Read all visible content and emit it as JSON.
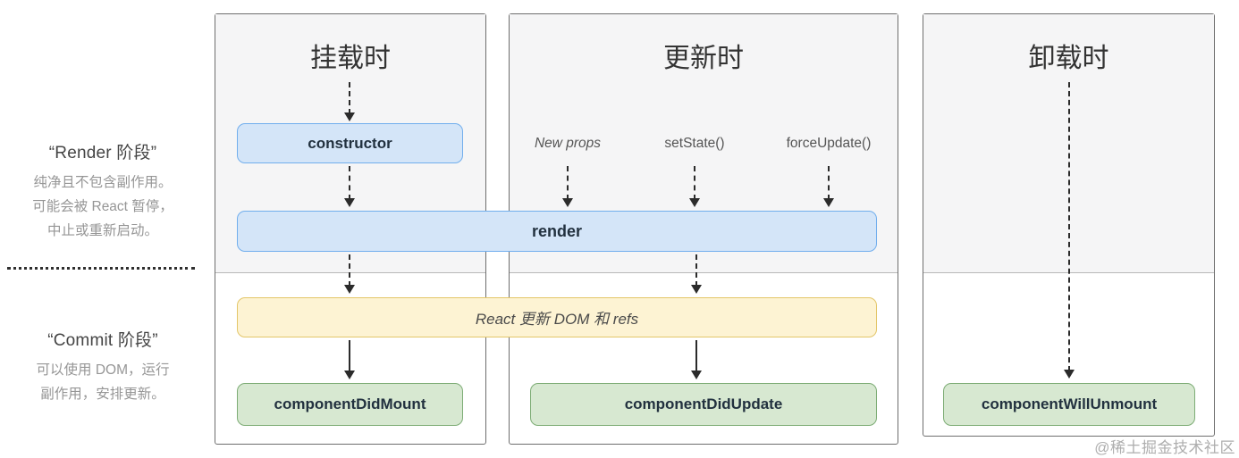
{
  "sidebar": {
    "render_phase": {
      "title": "“Render 阶段”",
      "lines": [
        "纯净且不包含副作用。",
        "可能会被 React 暂停，",
        "中止或重新启动。"
      ]
    },
    "commit_phase": {
      "title": "“Commit 阶段”",
      "lines": [
        "可以使用 DOM，运行",
        "副作用，安排更新。"
      ]
    }
  },
  "columns": {
    "mount": {
      "title": "挂载时",
      "render_box": "constructor",
      "commit_box": "componentDidMount"
    },
    "update": {
      "title": "更新时",
      "triggers": [
        "New props",
        "setState()",
        "forceUpdate()"
      ],
      "commit_box": "componentDidUpdate"
    },
    "unmount": {
      "title": "卸载时",
      "commit_box": "componentWillUnmount"
    }
  },
  "shared_bars": {
    "render": "render",
    "commit": "React 更新 DOM 和 refs"
  },
  "watermark": "@稀土掘金技术社区",
  "colors": {
    "render_box_fill": "#d4e5f8",
    "render_box_border": "#71aeed",
    "commit_dom_fill": "#fdf3d3",
    "commit_dom_border": "#e3c669",
    "commit_box_fill": "#d7e8d1",
    "commit_box_border": "#7dac75",
    "panel_top_fill": "#f5f5f6",
    "panel_border": "#6e6e6e"
  }
}
